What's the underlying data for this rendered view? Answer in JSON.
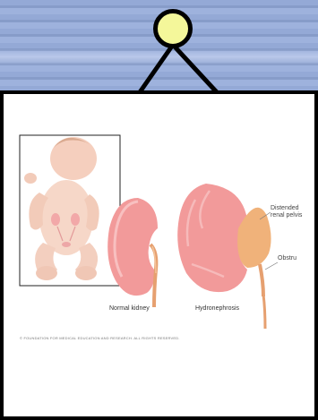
{
  "diagram": {
    "labels": {
      "normal_kidney": "Normal kidney",
      "hydronephrosis": "Hydronephrosis",
      "distended_line1": "Distended",
      "distended_line2": "renal pelvis",
      "obstruction": "Obstru"
    },
    "copyright": "© FOUNDATION FOR MEDICAL EDUCATION AND RESEARCH. ALL RIGHTS RESERVED."
  },
  "colors": {
    "background": "#8fa3cf",
    "pin_fill": "#f4f79a",
    "kidney": "#f29a9a",
    "pelvis": "#f0b27a",
    "skin": "#f6d7c8"
  }
}
